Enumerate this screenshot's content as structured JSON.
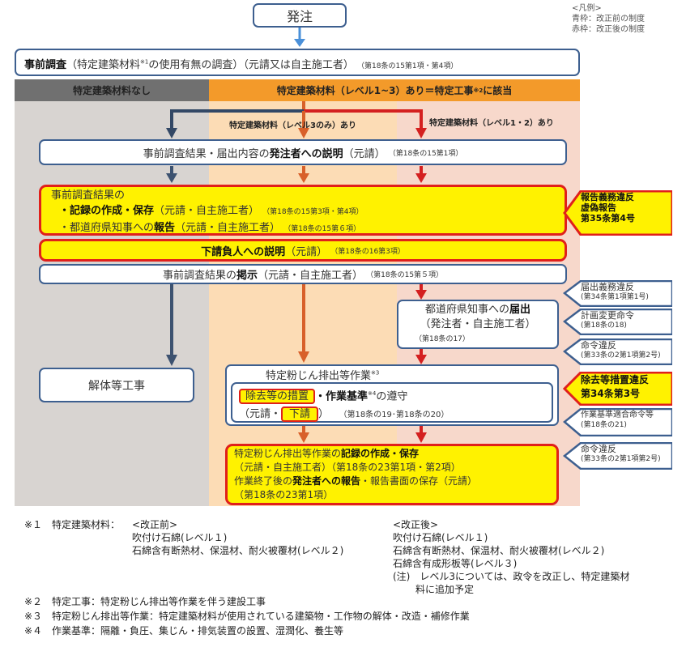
{
  "legend": {
    "title": "<凡例>",
    "blue": "青枠：改正前の制度",
    "red": "赤枠：改正後の制度"
  },
  "order": "発注",
  "survey": {
    "bold": "事前調査",
    "text": "（特定建築材料",
    "sup": "※1",
    "text2": "の使用有無の調査）（元請又は自主施工者）",
    "ref": "（第18条の15第1項・第4項）"
  },
  "header": {
    "none": "特定建築材料なし",
    "exists": "特定建築材料（レベル1~3）あり＝特定工事",
    "sup": "※2",
    "exists2": "に該当"
  },
  "branch": {
    "level3": "特定建築材料（レベル3のみ）あり",
    "level12": "特定建築材料（レベル1・2）あり"
  },
  "explain": {
    "pre": "事前調査結果・届出内容の",
    "bold": "発注者への説明",
    "post": "（元請）",
    "ref": "（第18条の15第1項）"
  },
  "record": {
    "title": "事前調査結果の",
    "l1_bold": "・記録の作成・保存",
    "l1": "（元請・自主施工者）",
    "l1_ref": "（第18条の15第3項・第4項）",
    "l2_pre": "・都道府県知事への",
    "l2_bold": "報告",
    "l2": "（元請・自主施工者）",
    "l2_ref": "（第18条の15第６項）"
  },
  "sub": {
    "bold": "下請負人への説明",
    "post": "（元請）",
    "ref": "（第18条の16第3項）"
  },
  "post": {
    "pre": "事前調査結果の",
    "bold": "掲示",
    "post": "（元請・自主施工者）",
    "ref": "（第18条の15第５項）"
  },
  "notify": {
    "pre": "都道府県知事への",
    "bold": "届出",
    "l2": "（発注者・自主施工者）",
    "ref": "（第18条の17）"
  },
  "demolition": "解体等工事",
  "dust": {
    "title": "特定粉じん排出等作業",
    "sup": "※3",
    "removal": "除去等の措置",
    "mid": "・作業基準",
    "sup4": "※4",
    "mid2": "の遵守",
    "l2a": "（元請・",
    "sub": "下請",
    "l2b": "）",
    "ref": "（第18条の19･第18条の20）"
  },
  "final": {
    "l1_pre": "特定粉じん排出等作業の",
    "l1_bold": "記録の作成・保存",
    "l2": "（元請・自主施工者）（第18条の23第1項・第2項）",
    "l3_pre": "作業終了後の",
    "l3_bold": "発注者への報告",
    "l3_post": "・報告書面の保存（元請）",
    "l4": "（第18条の23第1項）"
  },
  "penalties": [
    {
      "t": "報告義務違反",
      "t2": "虚偽報告",
      "r": "第35条第4号",
      "type": "new"
    },
    {
      "t": "届出義務違反",
      "r": "(第34条第1項第1号)",
      "type": "old"
    },
    {
      "t": "計画変更命令",
      "r": "(第18条の18)",
      "type": "old"
    },
    {
      "t": "命令違反",
      "r": "(第33条の2第1項第2号)",
      "type": "old"
    },
    {
      "t": "除去等措置違反",
      "r": "第34条第3号",
      "type": "new"
    },
    {
      "t": "作業基準適合命令等",
      "r": "(第18条の21)",
      "type": "old"
    },
    {
      "t": "命令違反",
      "r": "(第33条の2第1項第2号)",
      "type": "old"
    }
  ],
  "notes": {
    "n1_label": "※１　特定建築材料：",
    "before": "<改正前>",
    "b1": "吹付け石綿(レベル１)",
    "b2": "石綿含有断熱材、保温材、耐火被覆材(レベル２)",
    "after": "<改正後>",
    "a1": "吹付け石綿(レベル１)",
    "a2": "石綿含有断熱材、保温材、耐火被覆材(レベル２)",
    "a3": "石綿含有成形板等(レベル３)",
    "a4": "(注)　レベル3については、政令を改正し、特定建築材",
    "a5": "料に追加予定",
    "n2": "※２　特定工事：特定粉じん排出等作業を伴う建設工事",
    "n3": "※３　特定粉じん排出等作業：特定建築材料が使用されている建築物・工作物の解体・改造・補修作業",
    "n4": "※４　作業基準：隔離・負圧、集じん・排気装置の設置、湿潤化、養生等"
  },
  "colors": {
    "blue": "#3d5f8f",
    "red": "#e0201b",
    "yellow": "#fff200",
    "orange": "#f39a2a",
    "navy": "#334866",
    "orangeArrow": "#d8602a",
    "lightBlue": "#4a90d9"
  }
}
